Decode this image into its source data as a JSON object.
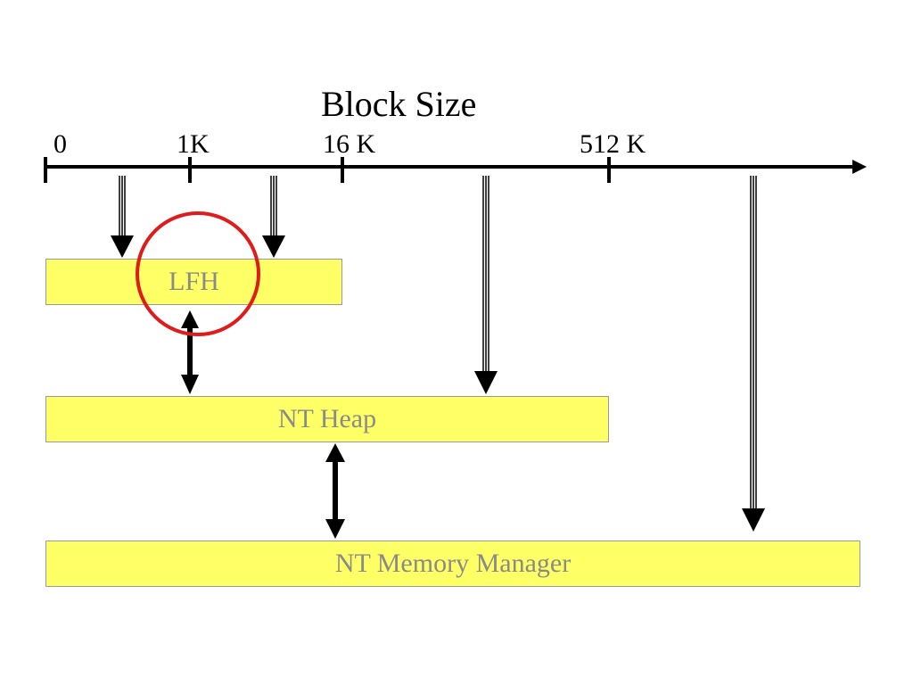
{
  "title": "Block Size",
  "axis": {
    "ticks": [
      "0",
      "1K",
      "16 K",
      "512 K"
    ]
  },
  "boxes": {
    "lfh": "LFH",
    "nt_heap": "NT Heap",
    "nt_memory_manager": "NT Memory Manager"
  },
  "colors": {
    "box_fill": "#ffff66",
    "box_text": "#8a8a8a",
    "highlight_circle": "#e01b1b",
    "axis": "#000000"
  }
}
